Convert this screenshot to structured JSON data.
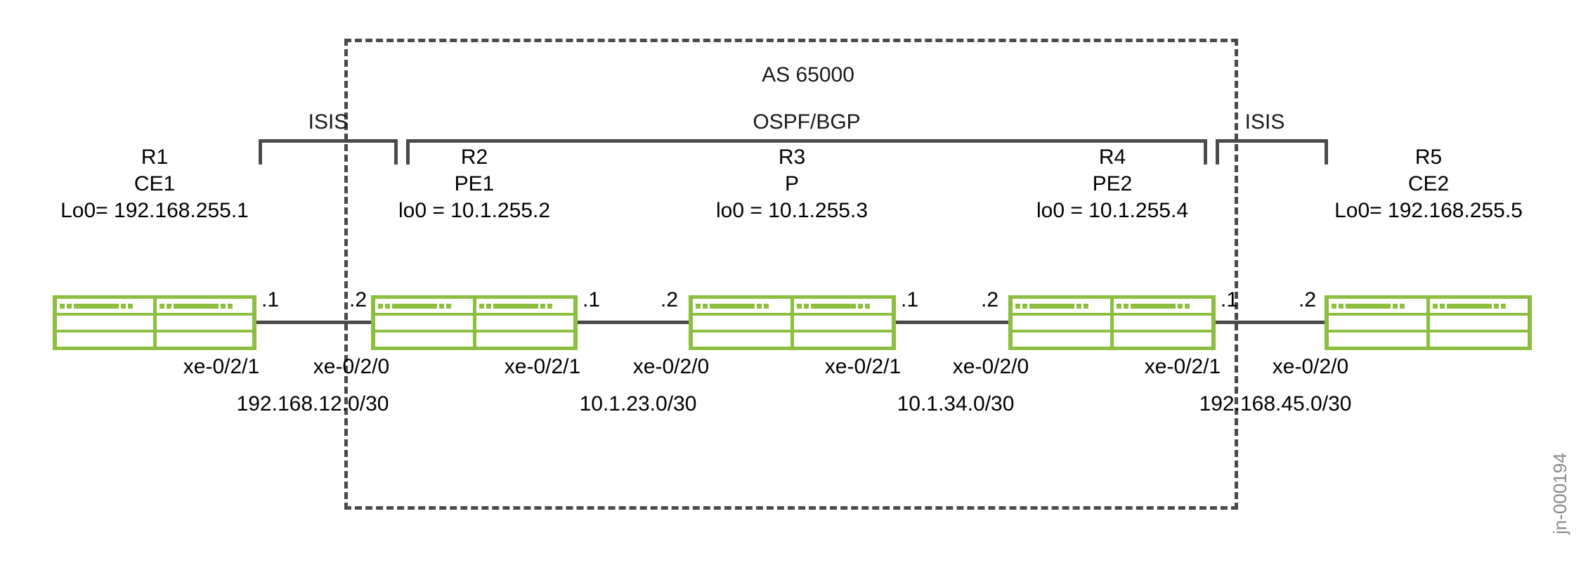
{
  "diagram": {
    "title": "MPLS VPN network topology",
    "watermark": "jn-000194",
    "as_label": "AS 65000",
    "colors": {
      "device_green": "#8CBF3F",
      "line_gray": "#4a4a4a",
      "text_black": "#000000",
      "watermark_gray": "#8a8a8a"
    }
  },
  "brackets": [
    {
      "label": "ISIS",
      "name": "isis-left"
    },
    {
      "label": "OSPF/BGP",
      "name": "ospf-bgp"
    },
    {
      "label": "ISIS",
      "name": "isis-right"
    }
  ],
  "nodes": [
    {
      "id": "R1",
      "name": "R1",
      "role": "CE1",
      "loopback": "Lo0= 192.168.255.1",
      "icon": "router-icon"
    },
    {
      "id": "R2",
      "name": "R2",
      "role": "PE1",
      "loopback": "lo0 = 10.1.255.2",
      "icon": "router-icon"
    },
    {
      "id": "R3",
      "name": "R3",
      "role": "P",
      "loopback": "lo0 = 10.1.255.3",
      "icon": "router-icon"
    },
    {
      "id": "R4",
      "name": "R4",
      "role": "PE2",
      "loopback": "lo0 = 10.1.255.4",
      "icon": "router-icon"
    },
    {
      "id": "R5",
      "name": "R5",
      "role": "CE2",
      "loopback": "Lo0= 192.168.255.5",
      "icon": "router-icon"
    }
  ],
  "links": [
    {
      "id": "link-r1-r2",
      "subnet": "192.168.12.0/30",
      "left_interface": "xe-0/2/1",
      "right_interface": "xe-0/2/0",
      "left_host": ".1",
      "right_host": ".2"
    },
    {
      "id": "link-r2-r3",
      "subnet": "10.1.23.0/30",
      "left_interface": "xe-0/2/1",
      "right_interface": "xe-0/2/0",
      "left_host": ".1",
      "right_host": ".2"
    },
    {
      "id": "link-r3-r4",
      "subnet": "10.1.34.0/30",
      "left_interface": "xe-0/2/1",
      "right_interface": "xe-0/2/0",
      "left_host": ".1",
      "right_host": ".2"
    },
    {
      "id": "link-r4-r5",
      "subnet": "192.168.45.0/30",
      "left_interface": "xe-0/2/1",
      "right_interface": "xe-0/2/0",
      "left_host": ".1",
      "right_host": ".2"
    }
  ]
}
